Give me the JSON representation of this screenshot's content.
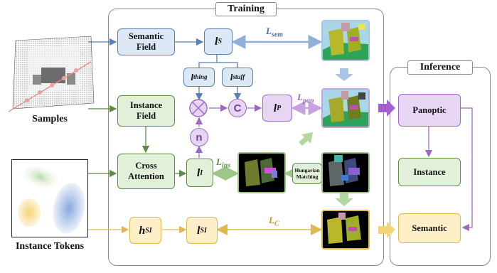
{
  "panels": {
    "training_title": "Training",
    "inference_title": "Inference"
  },
  "inputs": {
    "samples_caption": "Samples",
    "tokens_caption": "Instance Tokens"
  },
  "training": {
    "semantic_field": "Semantic Field",
    "instance_field": "Instance Field",
    "cross_attention": "Cross Attention",
    "hungarian": "Hungarian Matching",
    "l_s": "l",
    "l_s_sub": "S",
    "l_thing": "l",
    "l_thing_sub": "thing",
    "l_stuff": "l",
    "l_stuff_sub": "stuff",
    "l_p": "l",
    "l_p_sub": "P",
    "l_i": "l",
    "l_i_sub": "I",
    "h_si": "h",
    "h_si_sub": "SI",
    "l_si": "l",
    "l_si_sub": "SI",
    "op_c": "C",
    "op_n": "n"
  },
  "losses": {
    "sem": "L",
    "sem_sub": "sem",
    "pan": "L",
    "pan_sub": "pan",
    "ins": "L",
    "ins_sub": "ins",
    "c": "L",
    "c_sub": "C"
  },
  "inference": {
    "panoptic": "Panoptic",
    "instance": "Instance",
    "semantic": "Semantic"
  },
  "colors": {
    "blue": "#5a80b5",
    "green": "#5e8c45",
    "purple": "#9a6bc0",
    "yellow": "#e0b94c"
  }
}
